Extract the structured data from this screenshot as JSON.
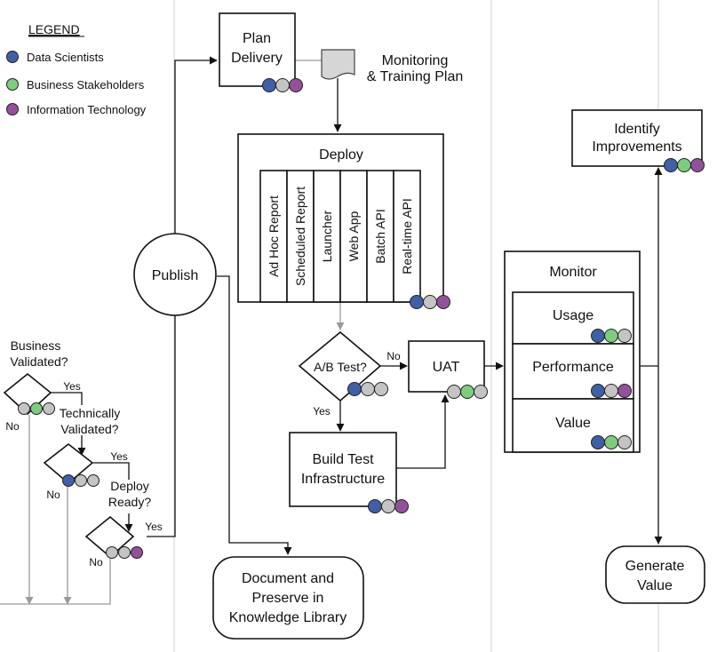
{
  "colors": {
    "data_scientists": "#3f5fa6",
    "business_stakeholders": "#7ccd7c",
    "information_technology": "#93509b",
    "neutral": "#c4c4c4"
  },
  "legend": {
    "title": "LEGEND",
    "items": [
      {
        "label": "Data Scientists",
        "color": "#3f5fa6"
      },
      {
        "label": "Business Stakeholders",
        "color": "#7ccd7c"
      },
      {
        "label": "Information Technology",
        "color": "#93509b"
      }
    ]
  },
  "nodes": {
    "plan_delivery": [
      "Plan",
      "Delivery"
    ],
    "monitoring_plan": [
      "Monitoring",
      "& Training Plan"
    ],
    "deploy": {
      "title": "Deploy",
      "options": [
        "Ad Hoc Report",
        "Scheduled Report",
        "Launcher",
        "Web App",
        "Batch API",
        "Real-time API"
      ]
    },
    "publish": "Publish",
    "ab_test": "A/B Test?",
    "uat": "UAT",
    "build_test": [
      "Build Test",
      "Infrastructure"
    ],
    "document": [
      "Document and",
      "Preserve in",
      "Knowledge Library"
    ],
    "identify": [
      "Identify",
      "Improvements"
    ],
    "monitor": {
      "title": "Monitor",
      "items": [
        "Usage",
        "Performance",
        "Value"
      ]
    },
    "generate": [
      "Generate",
      "Value"
    ],
    "business_validated": [
      "Business",
      "Validated?"
    ],
    "technically_validated": [
      "Technically",
      "Validated?"
    ],
    "deploy_ready": [
      "Deploy",
      "Ready?"
    ]
  },
  "edge_labels": {
    "yes": "Yes",
    "no": "No"
  }
}
